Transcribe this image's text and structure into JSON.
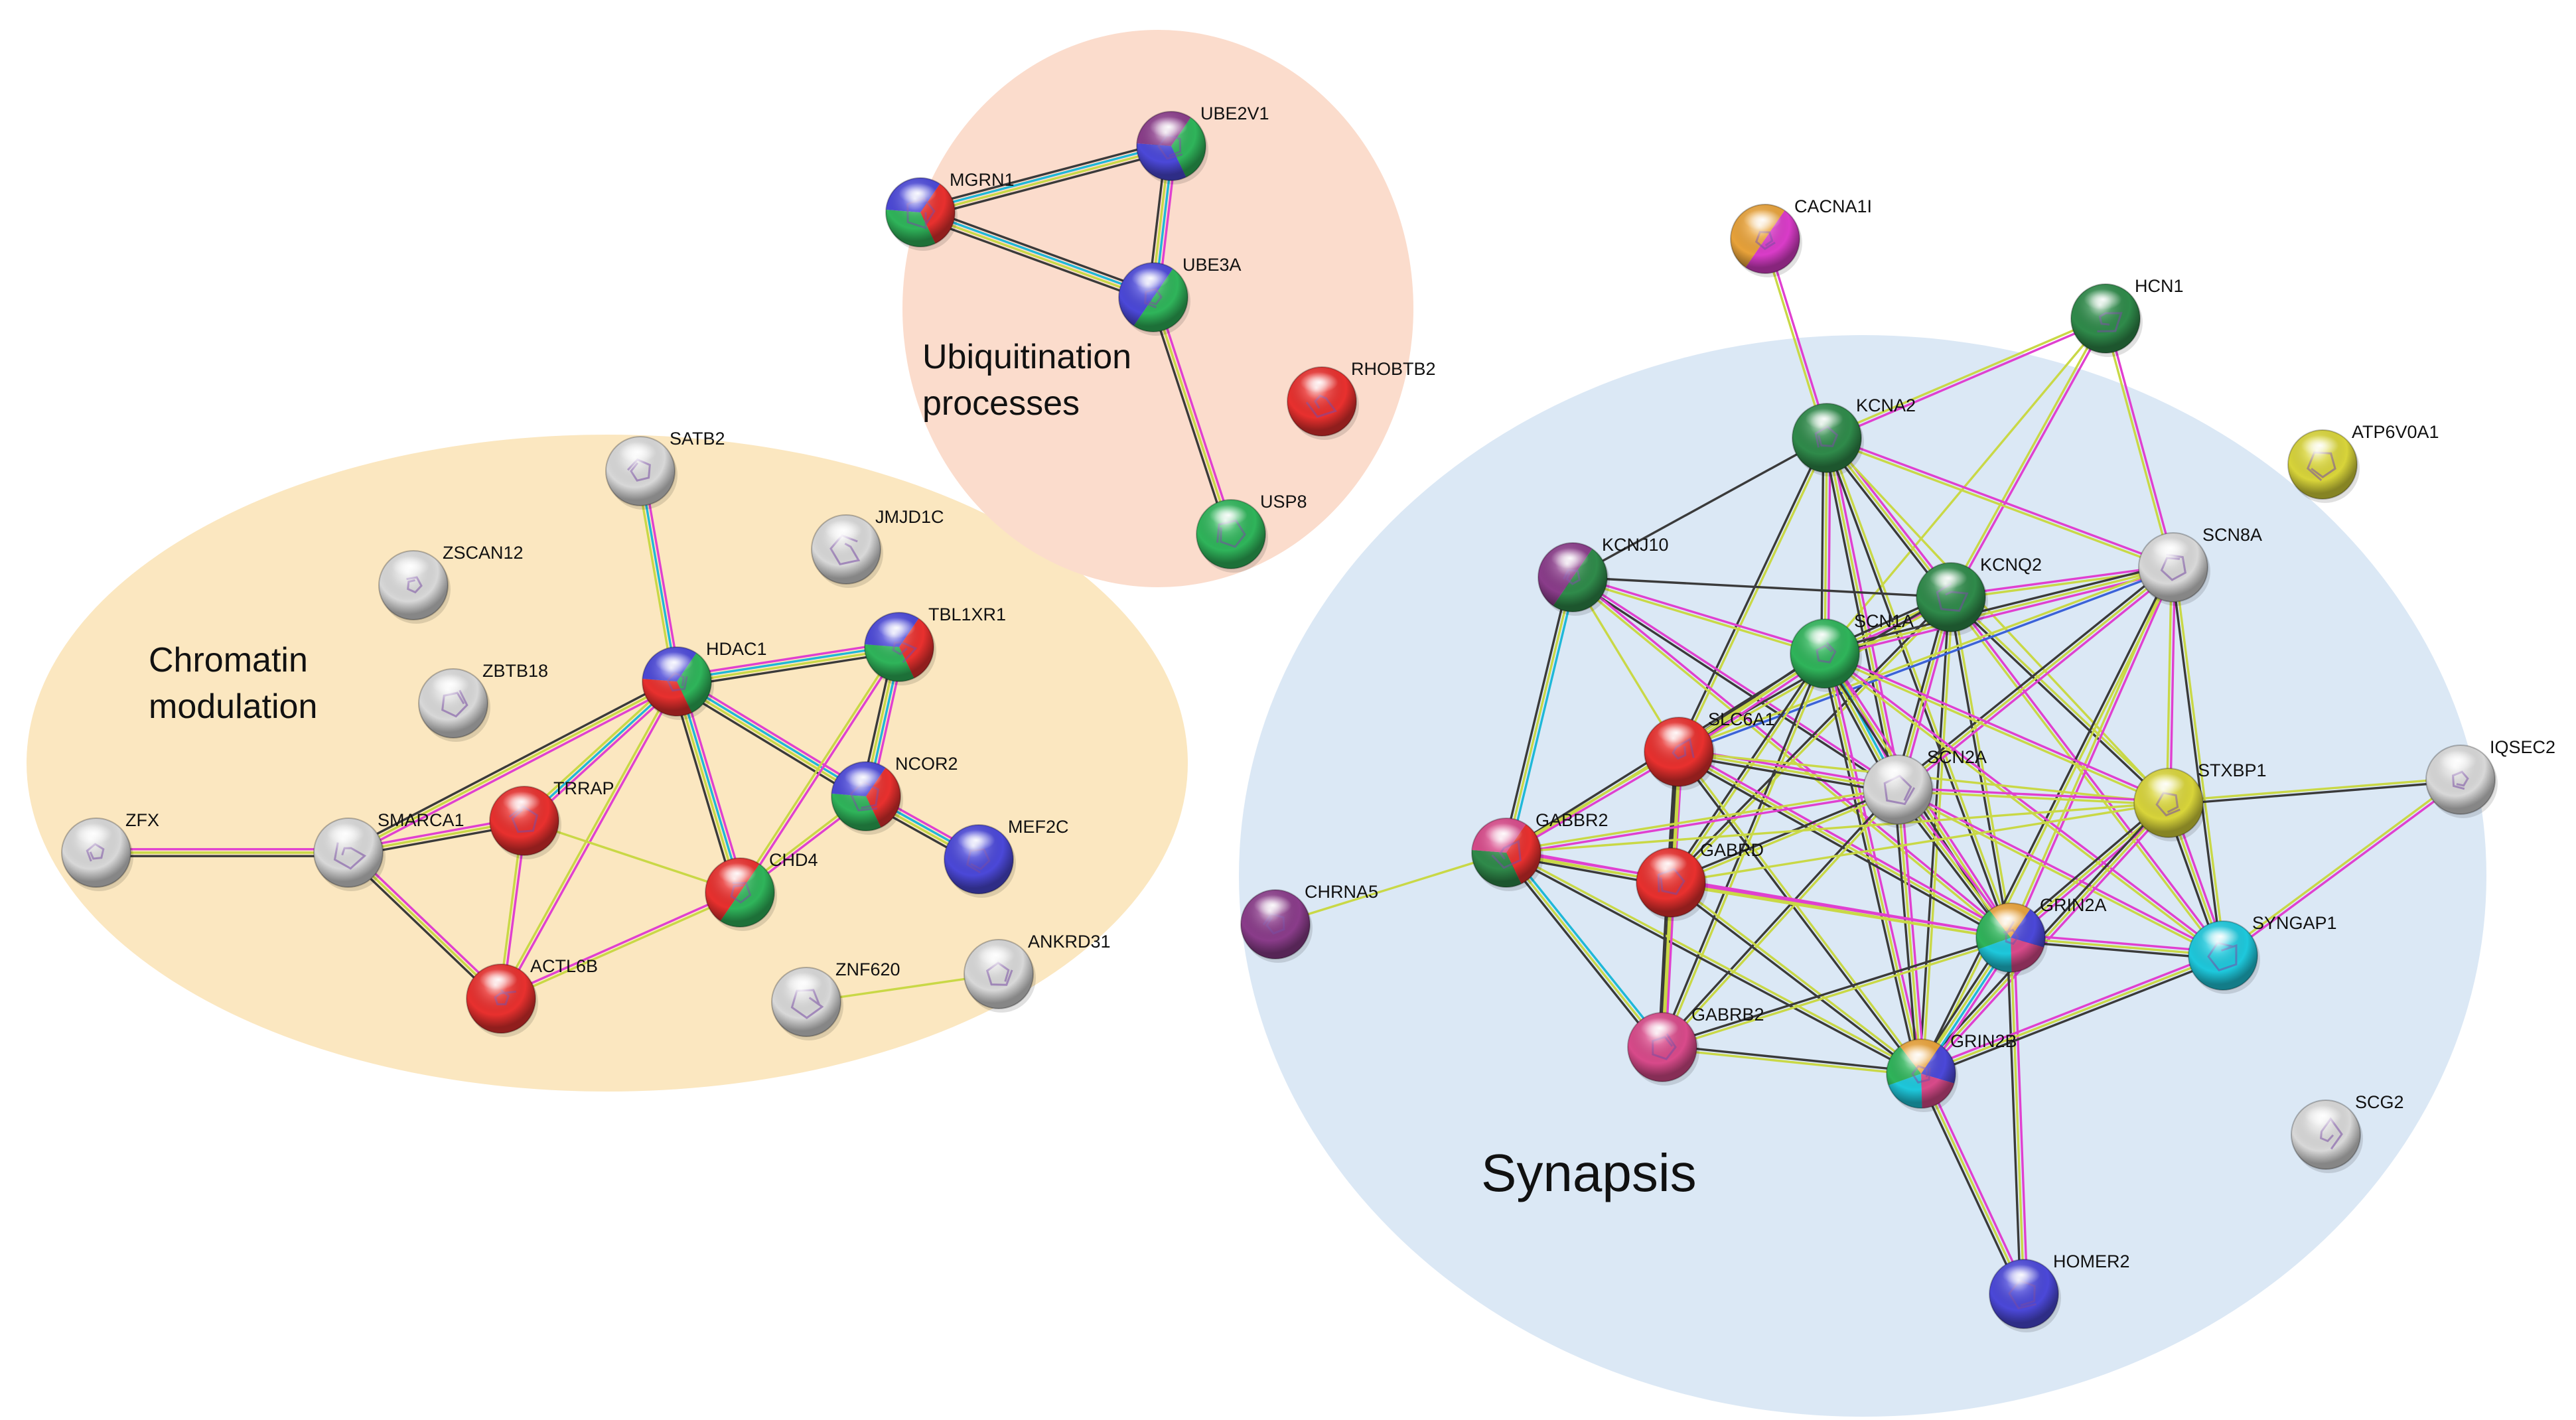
{
  "clusters": [
    {
      "id": "chromatin",
      "lines": [
        "Chromatin",
        "modulation"
      ],
      "fill": "#fbe7c0"
    },
    {
      "id": "ubiquitination",
      "lines": [
        "Ubiquitination",
        "processes"
      ],
      "fill": "#fbdccc"
    },
    {
      "id": "synapsis",
      "lines": [
        "Synapsis"
      ],
      "fill": "#dbe8f5"
    }
  ],
  "node_colors": {
    "red": "#e8302e",
    "green": "#2fb45a",
    "blue": "#4b48d8",
    "gray": "#d8d8d8",
    "darkgreen": "#2f8a4a",
    "magenta": "#d93cc8",
    "orange": "#e8a23a",
    "yellow": "#d8d43a",
    "cyan": "#1ec8dc",
    "purple": "#8a3c8a",
    "pink": "#d84a8a"
  },
  "edge_colors": {
    "magenta": "#e040d0",
    "cyan": "#1fb8d8",
    "yellow": "#c9d846",
    "dark": "#3a3a3a",
    "blue": "#3b62d8"
  },
  "nodes": [
    {
      "id": "MGRN1",
      "label": "MGRN1",
      "colors": [
        "red",
        "green",
        "blue"
      ]
    },
    {
      "id": "UBE2V1",
      "label": "UBE2V1",
      "colors": [
        "green",
        "blue",
        "purple"
      ]
    },
    {
      "id": "UBE3A",
      "label": "UBE3A",
      "colors": [
        "green",
        "blue"
      ]
    },
    {
      "id": "RHOBTB2",
      "label": "RHOBTB2",
      "colors": [
        "red"
      ]
    },
    {
      "id": "USP8",
      "label": "USP8",
      "colors": [
        "green"
      ]
    },
    {
      "id": "SATB2",
      "label": "SATB2",
      "colors": [
        "gray"
      ]
    },
    {
      "id": "ZSCAN12",
      "label": "ZSCAN12",
      "colors": [
        "gray"
      ]
    },
    {
      "id": "JMJD1C",
      "label": "JMJD1C",
      "colors": [
        "gray"
      ]
    },
    {
      "id": "ZBTB18",
      "label": "ZBTB18",
      "colors": [
        "gray"
      ]
    },
    {
      "id": "HDAC1",
      "label": "HDAC1",
      "colors": [
        "green",
        "red",
        "blue"
      ]
    },
    {
      "id": "TBL1XR1",
      "label": "TBL1XR1",
      "colors": [
        "red",
        "green",
        "blue"
      ]
    },
    {
      "id": "NCOR2",
      "label": "NCOR2",
      "colors": [
        "red",
        "green",
        "blue"
      ]
    },
    {
      "id": "MEF2C",
      "label": "MEF2C",
      "colors": [
        "blue"
      ]
    },
    {
      "id": "ZFX",
      "label": "ZFX",
      "colors": [
        "gray"
      ]
    },
    {
      "id": "SMARCA1",
      "label": "SMARCA1",
      "colors": [
        "gray"
      ]
    },
    {
      "id": "TRRAP",
      "label": "TRRAP",
      "colors": [
        "red"
      ]
    },
    {
      "id": "CHD4",
      "label": "CHD4",
      "colors": [
        "green",
        "red"
      ]
    },
    {
      "id": "ACTL6B",
      "label": "ACTL6B",
      "colors": [
        "red"
      ]
    },
    {
      "id": "ZNF620",
      "label": "ZNF620",
      "colors": [
        "gray"
      ]
    },
    {
      "id": "ANKRD31",
      "label": "ANKRD31",
      "colors": [
        "gray"
      ]
    },
    {
      "id": "CACNA1I",
      "label": "CACNA1I",
      "colors": [
        "magenta",
        "orange"
      ]
    },
    {
      "id": "HCN1",
      "label": "HCN1",
      "colors": [
        "darkgreen"
      ]
    },
    {
      "id": "ATP6V0A1",
      "label": "ATP6V0A1",
      "colors": [
        "yellow"
      ]
    },
    {
      "id": "KCNA2",
      "label": "KCNA2",
      "colors": [
        "darkgreen"
      ]
    },
    {
      "id": "KCNJ10",
      "label": "KCNJ10",
      "colors": [
        "darkgreen",
        "purple"
      ]
    },
    {
      "id": "KCNQ2",
      "label": "KCNQ2",
      "colors": [
        "darkgreen"
      ]
    },
    {
      "id": "SCN8A",
      "label": "SCN8A",
      "colors": [
        "gray"
      ]
    },
    {
      "id": "SCN1A",
      "label": "SCN1A",
      "colors": [
        "green"
      ]
    },
    {
      "id": "SLC6A1",
      "label": "SLC6A1",
      "colors": [
        "red"
      ]
    },
    {
      "id": "SCN2A",
      "label": "SCN2A",
      "colors": [
        "gray"
      ]
    },
    {
      "id": "STXBP1",
      "label": "STXBP1",
      "colors": [
        "yellow"
      ]
    },
    {
      "id": "IQSEC2",
      "label": "IQSEC2",
      "colors": [
        "gray"
      ]
    },
    {
      "id": "GABBR2",
      "label": "GABBR2",
      "colors": [
        "red",
        "darkgreen",
        "pink"
      ]
    },
    {
      "id": "GABRD",
      "label": "GABRD",
      "colors": [
        "red"
      ]
    },
    {
      "id": "CHRNA5",
      "label": "CHRNA5",
      "colors": [
        "purple"
      ]
    },
    {
      "id": "GRIN2A",
      "label": "GRIN2A",
      "colors": [
        "blue",
        "pink",
        "cyan",
        "green",
        "orange"
      ]
    },
    {
      "id": "SYNGAP1",
      "label": "SYNGAP1",
      "colors": [
        "cyan"
      ]
    },
    {
      "id": "GABRB2",
      "label": "GABRB2",
      "colors": [
        "pink"
      ]
    },
    {
      "id": "GRIN2B",
      "label": "GRIN2B",
      "colors": [
        "blue",
        "pink",
        "cyan",
        "green",
        "orange"
      ]
    },
    {
      "id": "SCG2",
      "label": "SCG2",
      "colors": [
        "gray"
      ]
    },
    {
      "id": "HOMER2",
      "label": "HOMER2",
      "colors": [
        "blue"
      ]
    }
  ],
  "edges": [
    [
      "MGRN1",
      "UBE2V1",
      [
        "dark",
        "cyan",
        "yellow",
        "dark"
      ]
    ],
    [
      "MGRN1",
      "UBE3A",
      [
        "dark",
        "cyan",
        "yellow",
        "dark"
      ]
    ],
    [
      "UBE2V1",
      "UBE3A",
      [
        "magenta",
        "cyan",
        "yellow",
        "dark"
      ]
    ],
    [
      "UBE3A",
      "USP8",
      [
        "magenta",
        "yellow",
        "dark"
      ]
    ],
    [
      "SATB2",
      "HDAC1",
      [
        "magenta",
        "cyan",
        "yellow"
      ]
    ],
    [
      "HDAC1",
      "TBL1XR1",
      [
        "magenta",
        "cyan",
        "yellow",
        "dark"
      ]
    ],
    [
      "HDAC1",
      "NCOR2",
      [
        "magenta",
        "cyan",
        "yellow",
        "dark"
      ]
    ],
    [
      "HDAC1",
      "SMARCA1",
      [
        "magenta",
        "yellow",
        "dark"
      ]
    ],
    [
      "HDAC1",
      "TRRAP",
      [
        "magenta",
        "cyan",
        "yellow"
      ]
    ],
    [
      "HDAC1",
      "CHD4",
      [
        "magenta",
        "cyan",
        "yellow",
        "dark"
      ]
    ],
    [
      "HDAC1",
      "ACTL6B",
      [
        "magenta",
        "yellow"
      ]
    ],
    [
      "TBL1XR1",
      "NCOR2",
      [
        "magenta",
        "cyan",
        "yellow",
        "dark"
      ]
    ],
    [
      "TBL1XR1",
      "CHD4",
      [
        "magenta",
        "yellow"
      ]
    ],
    [
      "NCOR2",
      "MEF2C",
      [
        "magenta",
        "cyan",
        "yellow",
        "dark"
      ]
    ],
    [
      "NCOR2",
      "CHD4",
      [
        "magenta",
        "yellow"
      ]
    ],
    [
      "ZFX",
      "SMARCA1",
      [
        "magenta",
        "yellow",
        "dark"
      ]
    ],
    [
      "SMARCA1",
      "TRRAP",
      [
        "magenta",
        "yellow",
        "dark"
      ]
    ],
    [
      "SMARCA1",
      "ACTL6B",
      [
        "magenta",
        "yellow",
        "dark"
      ]
    ],
    [
      "TRRAP",
      "ACTL6B",
      [
        "magenta",
        "yellow"
      ]
    ],
    [
      "TRRAP",
      "CHD4",
      [
        "yellow"
      ]
    ],
    [
      "ACTL6B",
      "CHD4",
      [
        "magenta",
        "yellow"
      ]
    ],
    [
      "ZNF620",
      "ANKRD31",
      [
        "yellow"
      ]
    ],
    [
      "CACNA1I",
      "KCNA2",
      [
        "magenta",
        "yellow"
      ]
    ],
    [
      "HCN1",
      "KCNA2",
      [
        "magenta",
        "yellow"
      ]
    ],
    [
      "HCN1",
      "KCNQ2",
      [
        "magenta",
        "yellow"
      ]
    ],
    [
      "HCN1",
      "SCN8A",
      [
        "magenta",
        "yellow"
      ]
    ],
    [
      "HCN1",
      "SCN1A",
      [
        "yellow"
      ]
    ],
    [
      "KCNA2",
      "KCNJ10",
      [
        "dark"
      ]
    ],
    [
      "KCNA2",
      "KCNQ2",
      [
        "magenta",
        "yellow",
        "dark"
      ]
    ],
    [
      "KCNA2",
      "SCN8A",
      [
        "magenta",
        "yellow"
      ]
    ],
    [
      "KCNA2",
      "SCN1A",
      [
        "magenta",
        "yellow",
        "dark"
      ]
    ],
    [
      "KCNA2",
      "SCN2A",
      [
        "magenta",
        "yellow",
        "dark"
      ]
    ],
    [
      "KCNA2",
      "SLC6A1",
      [
        "yellow",
        "dark"
      ]
    ],
    [
      "KCNA2",
      "GRIN2A",
      [
        "yellow",
        "dark"
      ]
    ],
    [
      "KCNA2",
      "STXBP1",
      [
        "yellow"
      ]
    ],
    [
      "KCNJ10",
      "KCNQ2",
      [
        "dark"
      ]
    ],
    [
      "KCNJ10",
      "SCN1A",
      [
        "magenta",
        "yellow"
      ]
    ],
    [
      "KCNJ10",
      "SCN2A",
      [
        "magenta",
        "dark"
      ]
    ],
    [
      "KCNJ10",
      "SLC6A1",
      [
        "yellow"
      ]
    ],
    [
      "KCNJ10",
      "GABBR2",
      [
        "cyan",
        "yellow",
        "dark"
      ]
    ],
    [
      "KCNJ10",
      "GRIN2A",
      [
        "magenta",
        "yellow"
      ]
    ],
    [
      "KCNQ2",
      "SCN8A",
      [
        "magenta",
        "yellow"
      ]
    ],
    [
      "KCNQ2",
      "SCN1A",
      [
        "magenta",
        "yellow",
        "dark"
      ]
    ],
    [
      "KCNQ2",
      "SCN2A",
      [
        "magenta",
        "yellow",
        "dark"
      ]
    ],
    [
      "KCNQ2",
      "STXBP1",
      [
        "yellow",
        "dark"
      ]
    ],
    [
      "KCNQ2",
      "GRIN2A",
      [
        "yellow",
        "dark"
      ]
    ],
    [
      "KCNQ2",
      "GRIN2B",
      [
        "yellow",
        "dark"
      ]
    ],
    [
      "KCNQ2",
      "SYNGAP1",
      [
        "magenta",
        "yellow"
      ]
    ],
    [
      "KCNQ2",
      "SLC6A1",
      [
        "yellow",
        "dark"
      ]
    ],
    [
      "KCNQ2",
      "GABRD",
      [
        "yellow",
        "dark"
      ]
    ],
    [
      "SCN8A",
      "SCN1A",
      [
        "magenta",
        "yellow",
        "dark"
      ]
    ],
    [
      "SCN8A",
      "SCN2A",
      [
        "magenta",
        "yellow",
        "dark"
      ]
    ],
    [
      "SCN8A",
      "STXBP1",
      [
        "magenta",
        "yellow"
      ]
    ],
    [
      "SCN8A",
      "SYNGAP1",
      [
        "yellow",
        "dark"
      ]
    ],
    [
      "SCN8A",
      "GRIN2A",
      [
        "magenta",
        "yellow"
      ]
    ],
    [
      "SCN8A",
      "GRIN2B",
      [
        "yellow",
        "dark"
      ]
    ],
    [
      "SCN8A",
      "SLC6A1",
      [
        "blue",
        "yellow"
      ]
    ],
    [
      "SCN1A",
      "SCN2A",
      [
        "magenta",
        "cyan",
        "yellow",
        "dark"
      ]
    ],
    [
      "SCN1A",
      "SLC6A1",
      [
        "magenta",
        "yellow",
        "dark"
      ]
    ],
    [
      "SCN1A",
      "STXBP1",
      [
        "magenta",
        "yellow"
      ]
    ],
    [
      "SCN1A",
      "GABBR2",
      [
        "yellow",
        "dark"
      ]
    ],
    [
      "SCN1A",
      "GABRD",
      [
        "yellow",
        "dark"
      ]
    ],
    [
      "SCN1A",
      "GRIN2A",
      [
        "magenta",
        "yellow",
        "dark"
      ]
    ],
    [
      "SCN1A",
      "GRIN2B",
      [
        "magenta",
        "yellow",
        "dark"
      ]
    ],
    [
      "SCN1A",
      "SYNGAP1",
      [
        "magenta",
        "yellow"
      ]
    ],
    [
      "SCN1A",
      "GABRB2",
      [
        "yellow",
        "dark"
      ]
    ],
    [
      "SLC6A1",
      "SCN2A",
      [
        "magenta",
        "yellow",
        "dark"
      ]
    ],
    [
      "SLC6A1",
      "GABBR2",
      [
        "magenta",
        "yellow"
      ]
    ],
    [
      "SLC6A1",
      "GABRD",
      [
        "magenta",
        "yellow",
        "dark"
      ]
    ],
    [
      "SLC6A1",
      "GRIN2A",
      [
        "magenta",
        "yellow",
        "dark"
      ]
    ],
    [
      "SLC6A1",
      "STXBP1",
      [
        "yellow"
      ]
    ],
    [
      "SLC6A1",
      "GABRB2",
      [
        "yellow",
        "dark"
      ]
    ],
    [
      "SLC6A1",
      "GRIN2B",
      [
        "yellow",
        "dark"
      ]
    ],
    [
      "SCN2A",
      "STXBP1",
      [
        "magenta",
        "yellow"
      ]
    ],
    [
      "SCN2A",
      "GRIN2A",
      [
        "magenta",
        "yellow",
        "dark"
      ]
    ],
    [
      "SCN2A",
      "GRIN2B",
      [
        "magenta",
        "yellow",
        "dark"
      ]
    ],
    [
      "SCN2A",
      "SYNGAP1",
      [
        "magenta",
        "yellow"
      ]
    ],
    [
      "SCN2A",
      "GABBR2",
      [
        "magenta",
        "yellow"
      ]
    ],
    [
      "SCN2A",
      "GABRD",
      [
        "yellow",
        "dark"
      ]
    ],
    [
      "SCN2A",
      "GABRB2",
      [
        "yellow",
        "dark"
      ]
    ],
    [
      "STXBP1",
      "IQSEC2",
      [
        "yellow",
        "dark"
      ]
    ],
    [
      "STXBP1",
      "GRIN2A",
      [
        "magenta",
        "yellow",
        "dark"
      ]
    ],
    [
      "STXBP1",
      "GRIN2B",
      [
        "magenta",
        "yellow",
        "dark"
      ]
    ],
    [
      "STXBP1",
      "SYNGAP1",
      [
        "magenta",
        "yellow",
        "dark"
      ]
    ],
    [
      "STXBP1",
      "GABBR2",
      [
        "yellow"
      ]
    ],
    [
      "STXBP1",
      "GABRD",
      [
        "yellow"
      ]
    ],
    [
      "IQSEC2",
      "SYNGAP1",
      [
        "magenta",
        "yellow"
      ]
    ],
    [
      "GABBR2",
      "GABRD",
      [
        "magenta",
        "yellow",
        "dark"
      ]
    ],
    [
      "GABBR2",
      "GABRB2",
      [
        "cyan",
        "yellow",
        "dark"
      ]
    ],
    [
      "GABBR2",
      "GRIN2A",
      [
        "magenta",
        "yellow"
      ]
    ],
    [
      "GABBR2",
      "GRIN2B",
      [
        "yellow",
        "dark"
      ]
    ],
    [
      "GABBR2",
      "CHRNA5",
      [
        "yellow"
      ]
    ],
    [
      "GABRD",
      "GABRB2",
      [
        "magenta",
        "yellow",
        "dark"
      ]
    ],
    [
      "GABRD",
      "GRIN2A",
      [
        "magenta",
        "yellow"
      ]
    ],
    [
      "GABRD",
      "GRIN2B",
      [
        "yellow",
        "dark"
      ]
    ],
    [
      "GRIN2A",
      "GRIN2B",
      [
        "magenta",
        "cyan",
        "yellow",
        "dark"
      ]
    ],
    [
      "GRIN2A",
      "SYNGAP1",
      [
        "magenta",
        "yellow",
        "dark"
      ]
    ],
    [
      "GRIN2A",
      "GABRB2",
      [
        "yellow",
        "dark"
      ]
    ],
    [
      "GRIN2A",
      "HOMER2",
      [
        "magenta",
        "yellow",
        "dark"
      ]
    ],
    [
      "GRIN2B",
      "SYNGAP1",
      [
        "magenta",
        "yellow",
        "dark"
      ]
    ],
    [
      "GRIN2B",
      "GABRB2",
      [
        "yellow",
        "dark"
      ]
    ],
    [
      "GRIN2B",
      "HOMER2",
      [
        "magenta",
        "yellow",
        "dark"
      ]
    ]
  ]
}
